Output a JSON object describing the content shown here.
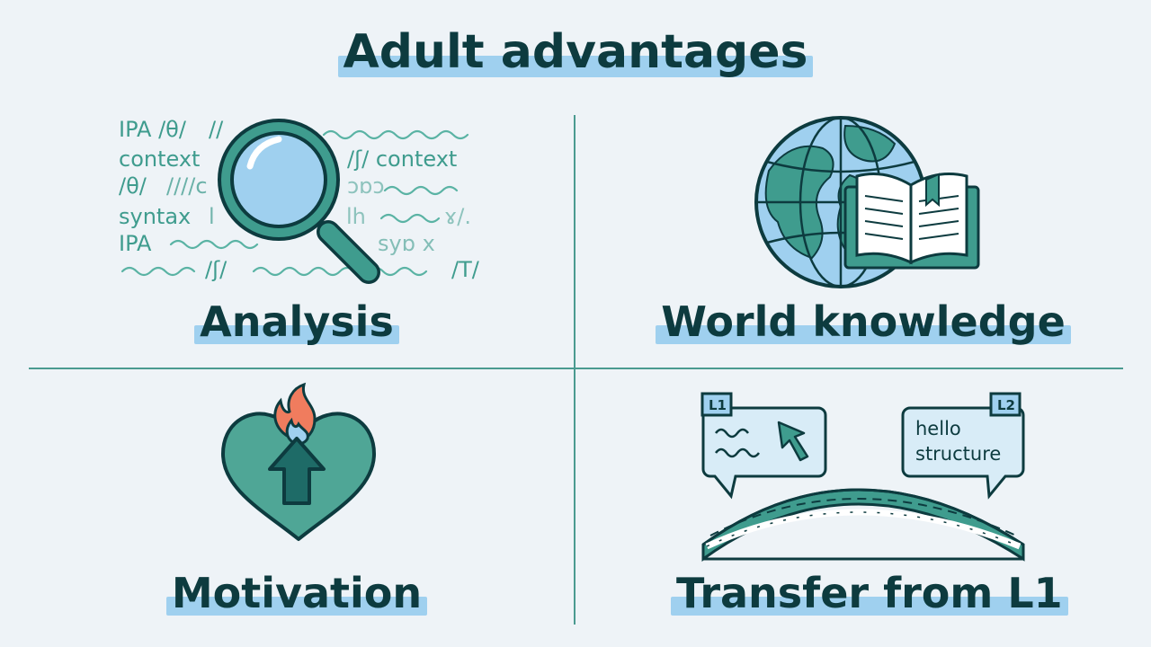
{
  "title": "Adult advantages",
  "quadrants": {
    "analysis": {
      "label": "Analysis",
      "words": [
        "IPA /θ/",
        "context",
        "/θ/",
        "syntax",
        "IPA",
        "/ʃ/ context",
        "/ʃ/",
        "/T/"
      ]
    },
    "world": {
      "label": "World knowledge"
    },
    "motivation": {
      "label": "Motivation"
    },
    "transfer": {
      "label": "Transfer from L1",
      "l1_tag": "L1",
      "l2_tag": "L2",
      "l2_lines": [
        "hello",
        "structure"
      ]
    }
  },
  "colors": {
    "background": "#eef3f7",
    "ink": "#0d3b3f",
    "teal": "#3f9c8e",
    "highlight": "#9fd0ef",
    "flame_orange": "#f07c5e",
    "flame_blue": "#9fd0ef"
  }
}
